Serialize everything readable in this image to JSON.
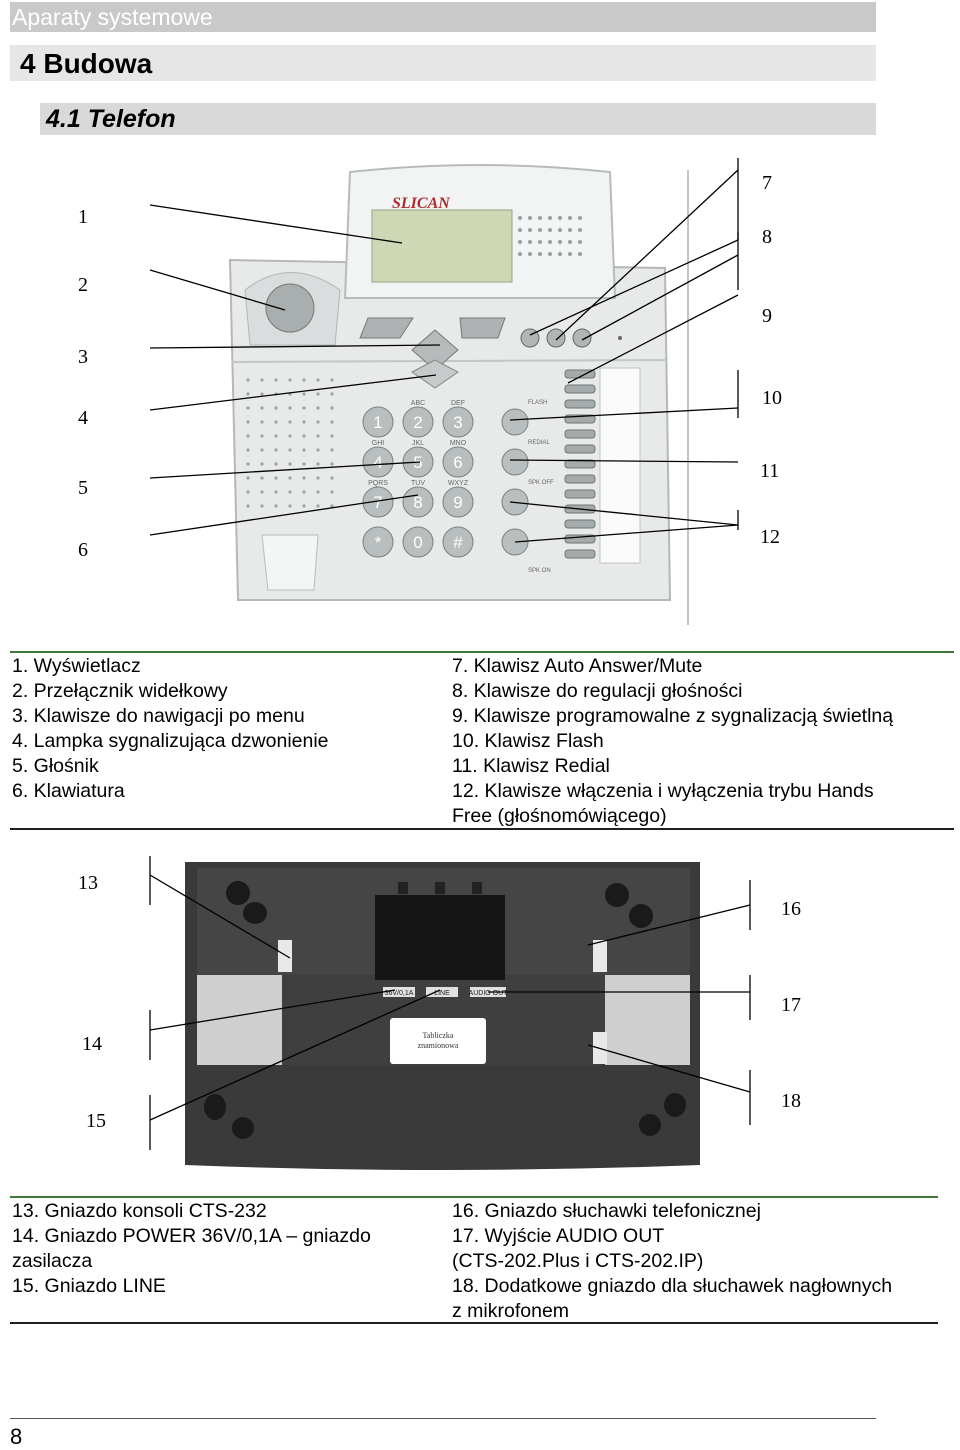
{
  "header": {
    "running_title": "Aparaty systemowe",
    "chapter": "4 Budowa",
    "section": "4.1 Telefon"
  },
  "phone": {
    "brand": "SLICAN",
    "keys": [
      "1",
      "2",
      "3",
      "4",
      "5",
      "6",
      "7",
      "8",
      "9",
      "*",
      "0",
      "#"
    ],
    "key_letters": [
      "ABC",
      "DEF",
      "GHI",
      "JKL",
      "MNO",
      "PQRS",
      "TUV",
      "WXYZ"
    ],
    "side_labels": [
      "FLASH",
      "REDIAL",
      "SPK OFF",
      "SPK ON"
    ]
  },
  "callouts_top": [
    "1",
    "2",
    "3",
    "4",
    "5",
    "6",
    "7",
    "8",
    "9",
    "10",
    "11",
    "12"
  ],
  "legend_top": {
    "left": [
      "1. Wyświetlacz",
      "2. Przełącznik widełkowy",
      "3. Klawisze do nawigacji po menu",
      "4. Lampka sygnalizująca dzwonienie",
      "5. Głośnik",
      "6. Klawiatura"
    ],
    "right": [
      "7. Klawisz Auto Answer/Mute",
      "8. Klawisze do regulacji głośności",
      "9. Klawisze programowalne z sygnalizacją świetlną",
      "10. Klawisz Flash",
      "11. Klawisz Redial",
      "12. Klawisze włączenia i wyłączenia trybu Hands",
      "Free (głośnomówiącego)"
    ]
  },
  "bottom_view": {
    "ports": [
      "36V/0,1A",
      "LINE",
      "AUDIO OUT"
    ],
    "plate": [
      "Tabliczka",
      "znamionowa"
    ]
  },
  "callouts_bottom": [
    "13",
    "14",
    "15",
    "16",
    "17",
    "18"
  ],
  "legend_bottom": {
    "left": [
      "13. Gniazdo konsoli CTS-232",
      "14. Gniazdo POWER 36V/0,1A – gniazdo",
      "zasilacza",
      "15. Gniazdo LINE"
    ],
    "right": [
      "16. Gniazdo słuchawki telefonicznej",
      "17. Wyjście AUDIO OUT",
      "(CTS-202.Plus i CTS-202.IP)",
      "18. Dodatkowe gniazdo dla słuchawek nagłownych",
      "z mikrofonem"
    ]
  },
  "footer": {
    "page_number": "8"
  }
}
